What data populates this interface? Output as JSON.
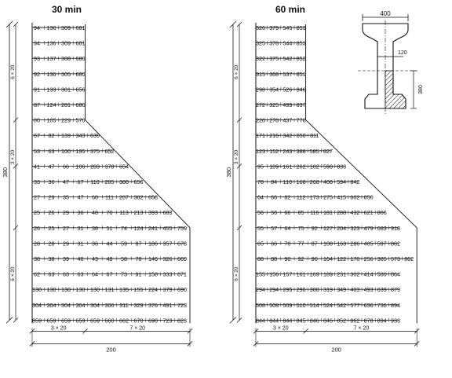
{
  "panels": [
    {
      "title": "30 min",
      "rows": [
        [
          94,
          136,
          309,
          681
        ],
        [
          94,
          136,
          309,
          681
        ],
        [
          93,
          137,
          308,
          680
        ],
        [
          92,
          136,
          305,
          680
        ],
        [
          91,
          133,
          301,
          656
        ],
        [
          87,
          124,
          281,
          680
        ],
        [
          80,
          105,
          229,
          570
        ],
        [
          67,
          82,
          139,
          343,
          639
        ],
        [
          53,
          63,
          100,
          195,
          375,
          652
        ],
        [
          41,
          47,
          66,
          106,
          203,
          378,
          654
        ],
        [
          33,
          36,
          47,
          67,
          110,
          205,
          380,
          656
        ],
        [
          27,
          29,
          35,
          47,
          68,
          111,
          207,
          382,
          658
        ],
        [
          25,
          26,
          29,
          36,
          48,
          70,
          113,
          213,
          393,
          683
        ],
        [
          26,
          25,
          27,
          31,
          38,
          51,
          74,
          124,
          241,
          455,
          759
        ],
        [
          28,
          28,
          29,
          31,
          36,
          44,
          59,
          87,
          186,
          357,
          678
        ],
        [
          38,
          38,
          39,
          40,
          43,
          48,
          58,
          78,
          146,
          326,
          669
        ],
        [
          62,
          63,
          63,
          63,
          64,
          67,
          73,
          91,
          158,
          333,
          671
        ],
        [
          130,
          130,
          130,
          130,
          130,
          131,
          135,
          155,
          224,
          379,
          690
        ],
        [
          304,
          304,
          304,
          304,
          304,
          306,
          311,
          329,
          376,
          491,
          723
        ],
        [
          859,
          659,
          659,
          659,
          659,
          660,
          662,
          670,
          690,
          723,
          823
        ]
      ],
      "dims": {
        "height": "380",
        "top_spacing": "6 × 20",
        "mid_spacing": "3 × 20",
        "bottom_spacing": "6 × 20",
        "width": "200",
        "bottom_left": "3 × 20",
        "bottom_right": "7 × 20"
      }
    },
    {
      "title": "60 min",
      "rows": [
        [
          326,
          379,
          545,
          853
        ],
        [
          325,
          378,
          544,
          853
        ],
        [
          322,
          375,
          542,
          852
        ],
        [
          315,
          368,
          537,
          851
        ],
        [
          298,
          354,
          526,
          846
        ],
        [
          272,
          325,
          499,
          837
        ],
        [
          228,
          278,
          437,
          778
        ],
        [
          171,
          216,
          342,
          650,
          811
        ],
        [
          123,
          152,
          243,
          388,
          585,
          827
        ],
        [
          95,
          109,
          161,
          262,
          102,
          590,
          833
        ],
        [
          78,
          84,
          110,
          168,
          268,
          408,
          594,
          842
        ],
        [
          64,
          66,
          82,
          112,
          173,
          275,
          415,
          602,
          850
        ],
        [
          56,
          56,
          66,
          85,
          116,
          181,
          288,
          432,
          621,
          866
        ],
        [
          55,
          57,
          64,
          75,
          92,
          127,
          204,
          323,
          479,
          683,
          918
        ],
        [
          65,
          66,
          70,
          77,
          87,
          108,
          163,
          286,
          405,
          597,
          862
        ],
        [
          88,
          88,
          90,
          92,
          96,
          104,
          122,
          170,
          256,
          385,
          573,
          862
        ],
        [
          155,
          156,
          157,
          161,
          169,
          189,
          231,
          302,
          414,
          580,
          864
        ],
        [
          294,
          294,
          295,
          296,
          300,
          319,
          349,
          403,
          493,
          639,
          879
        ],
        [
          508,
          508,
          509,
          510,
          514,
          524,
          542,
          577,
          636,
          736,
          894
        ],
        [
          844,
          844,
          844,
          845,
          846,
          846,
          852,
          862,
          878,
          894,
          933
        ]
      ],
      "dims": {
        "height": "380",
        "top_spacing": "6 × 20",
        "mid_spacing": "3 × 20",
        "bottom_spacing": "6 × 20",
        "width": "200",
        "bottom_left": "3 × 20",
        "bottom_right": "7 × 20"
      }
    }
  ],
  "section": {
    "flange_width": "400",
    "web_thickness": "120",
    "web_height": "380"
  }
}
